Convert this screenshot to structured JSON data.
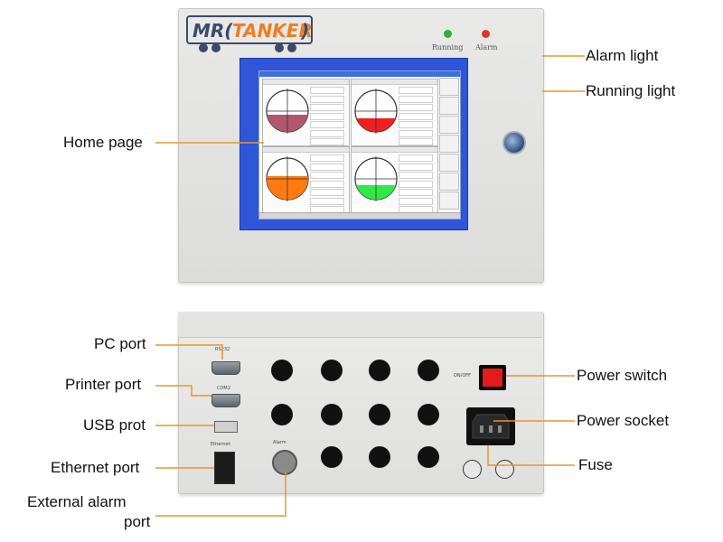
{
  "brand": {
    "logo_text": "MR(TANKER)"
  },
  "front_panel": {
    "indicators": [
      {
        "label": "Running",
        "color": "#2fae3c"
      },
      {
        "label": "Alarm",
        "color": "#d6382a"
      }
    ],
    "screen": {
      "tanks": [
        {
          "id": "1",
          "fill_color": "#b2566e",
          "fill_level": 0.42
        },
        {
          "id": "2",
          "fill_color": "#ee2020",
          "fill_level": 0.3
        },
        {
          "id": "3",
          "fill_color": "#ff7a10",
          "fill_level": 0.55
        },
        {
          "id": "4",
          "fill_color": "#2ee844",
          "fill_level": 0.33
        }
      ],
      "sidebar_icons": [
        "alarm-icon",
        "history-icon",
        "settings-icon",
        "user-icon",
        "report-icon",
        "unit-icon",
        "keyboard-icon"
      ]
    }
  },
  "back_panel": {
    "small_labels": {
      "pc": "RS232",
      "printer": "COM2",
      "ethernet": "Ethernet",
      "alarm": "Alarm",
      "power": "ON/OFF"
    }
  },
  "callouts": {
    "alarm_light": "Alarm light",
    "running_light": "Running light",
    "home_page": "Home page",
    "pc_port": "PC port",
    "printer_port": "Printer port",
    "usb_port": "USB prot",
    "ethernet_port": "Ethernet port",
    "external_alarm_line1": "External alarm",
    "external_alarm_line2": "port",
    "power_switch": "Power switch",
    "power_socket": "Power socket",
    "fuse": "Fuse"
  },
  "colors": {
    "bezel": "#2f55d8",
    "callout_line": "#e8962a",
    "panel": "#e4e4e2"
  }
}
